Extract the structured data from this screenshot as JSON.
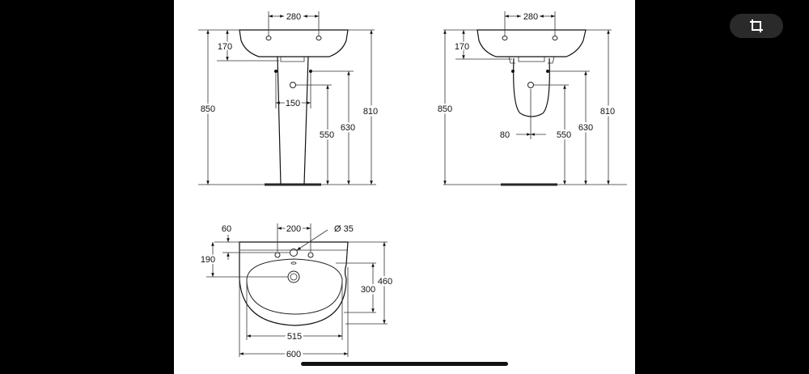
{
  "viewer": {
    "crop_icon": "crop-icon",
    "background": "#000000",
    "sheet_color": "#ffffff"
  },
  "front_view": {
    "dims": {
      "tap_spacing": "280",
      "bowl_height": "170",
      "total_height": "850",
      "outlet_width": "150",
      "to_rim": "810",
      "to_inlet": "630",
      "to_waste": "550"
    }
  },
  "side_view": {
    "dims": {
      "tap_spacing": "280",
      "bowl_height": "170",
      "total_height": "850",
      "outlet_offset": "80",
      "to_rim": "810",
      "to_inlet": "630",
      "to_waste": "550"
    }
  },
  "top_view": {
    "dims": {
      "tap_setback": "60",
      "tap_spacing": "200",
      "tap_hole": "Ø 35",
      "bowl_setback": "190",
      "bowl_depth": "300",
      "total_depth": "460",
      "bowl_width": "515",
      "total_width": "600"
    }
  }
}
